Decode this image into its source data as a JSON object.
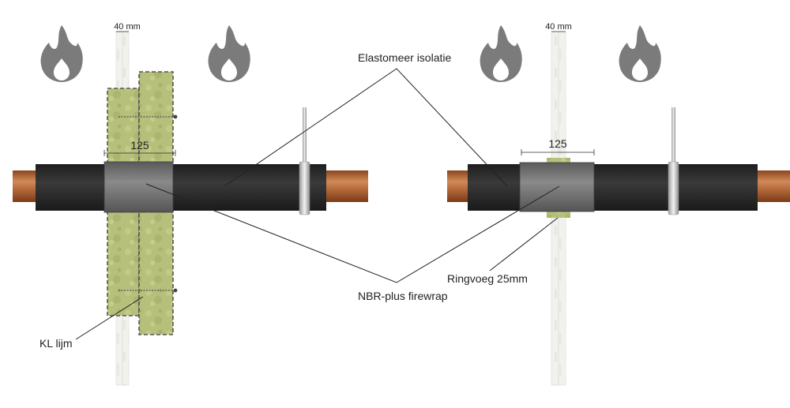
{
  "labels": {
    "wall_thickness_left": "40 mm",
    "wall_thickness_right": "40 mm",
    "wrap_length_left": "125",
    "wrap_length_right": "125",
    "elastomeer": "Elastomeer isolatie",
    "nbr_firewrap": "NBR-plus firewrap",
    "kl_lijm": "KL lijm",
    "ringvoeg": "Ringvoeg 25mm"
  },
  "icons": {
    "fire": "fire-icon",
    "clamp": "pipe-clamp-icon"
  },
  "colors": {
    "fire": "#7b7b7b",
    "insulation": "#2b2b2b",
    "firewrap": "#6d6d6d",
    "copper": "#b0653a",
    "mineral_wool": "#b9c27c",
    "wall_board": "#eeeeea",
    "clamp": "#c9c9c9"
  }
}
